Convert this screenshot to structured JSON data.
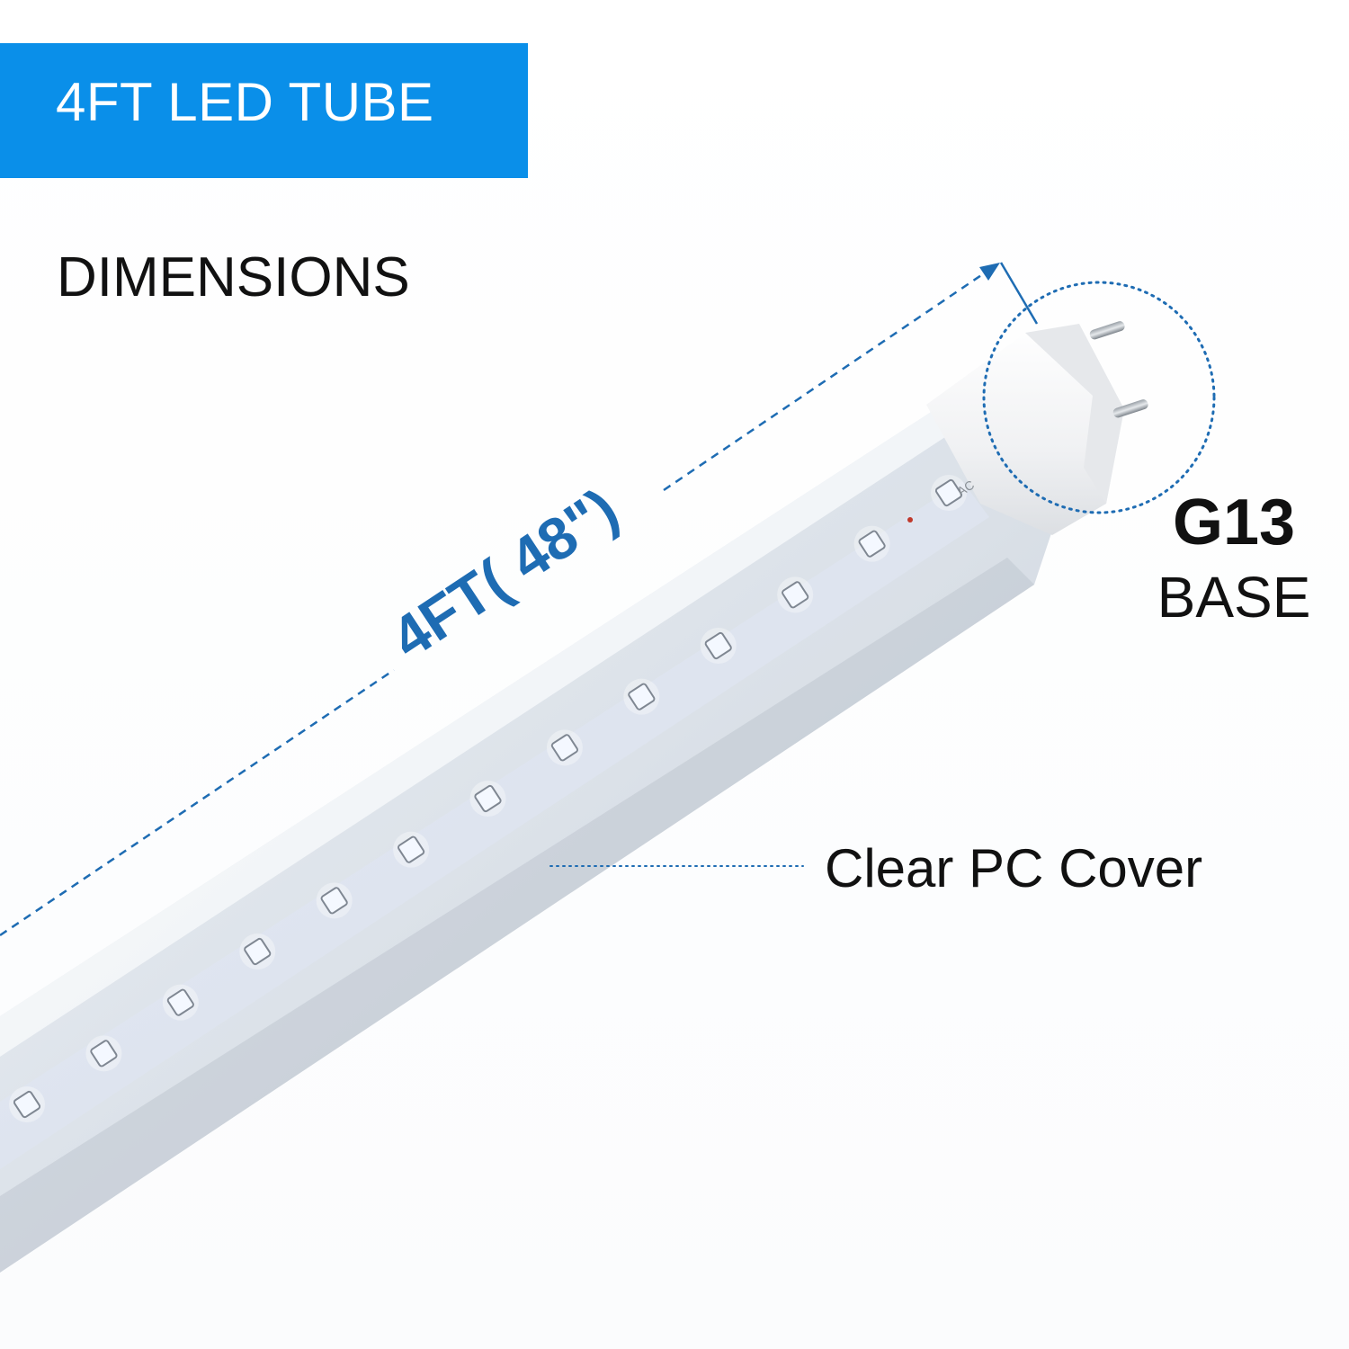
{
  "banner": {
    "title": "4FT LED TUBE",
    "color": "#0a8fe9"
  },
  "dimensions": {
    "heading": "DIMENSIONS",
    "length_label": "4FT( 48\")",
    "label_color": "#1e6cb3",
    "line_color": "#1e6cb3"
  },
  "base": {
    "code": "G13",
    "label": "BASE"
  },
  "cover": {
    "label": "Clear PC Cover"
  },
  "tube": {
    "endcap_print": "AC",
    "led_count": 13,
    "led_color": "#f4f8ff",
    "body_color": "#dfe5ec",
    "endcap_color": "#f2f3f5"
  }
}
